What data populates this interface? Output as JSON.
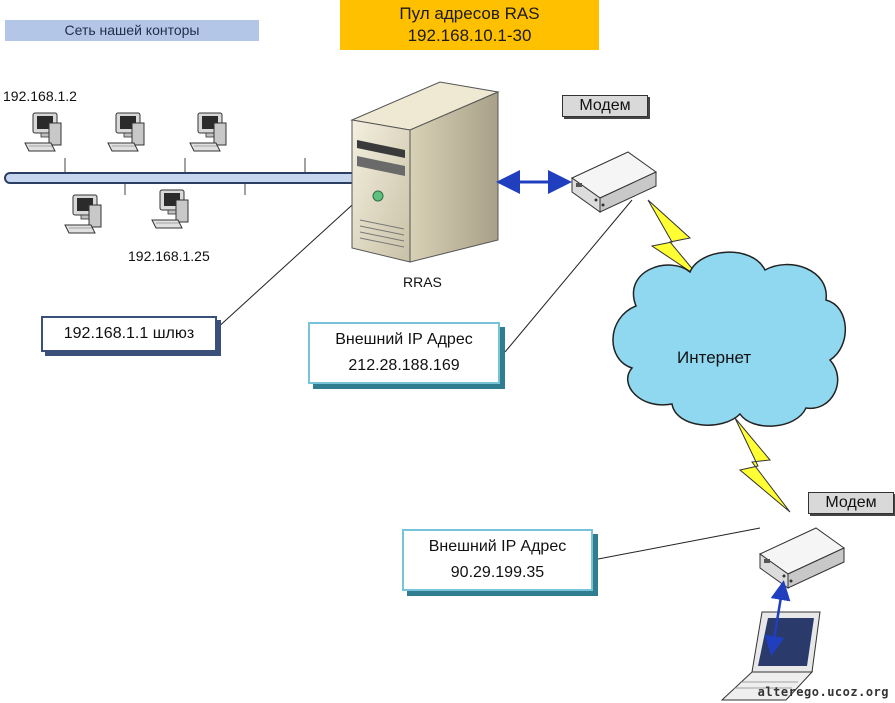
{
  "office_network_label": "Сеть нашей конторы",
  "ras_pool": {
    "line1": "Пул адресов RAS",
    "line2": "192.168.10.1-30"
  },
  "hosts": {
    "host1_ip": "192.168.1.2",
    "host2_ip": "192.168.1.25"
  },
  "server": {
    "label": "RRAS"
  },
  "gateway": {
    "label": "192.168.1.1 шлюз"
  },
  "external_ip_1": {
    "line1": "Внешний IP Адрес",
    "line2": "212.28.188.169"
  },
  "external_ip_2": {
    "line1": "Внешний IP Адрес",
    "line2": "90.29.199.35"
  },
  "modem_1": {
    "label": "Модем"
  },
  "modem_2": {
    "label": "Модем"
  },
  "internet": {
    "label": "Интернет"
  },
  "watermark": "alterego.ucoz.org",
  "colors": {
    "pool_bg": "#ffc000",
    "office_bg": "#b4c6e7",
    "cloud": "#8fd8f0",
    "link_arrow": "#1f3fbf",
    "lightning": "#ffff33"
  }
}
